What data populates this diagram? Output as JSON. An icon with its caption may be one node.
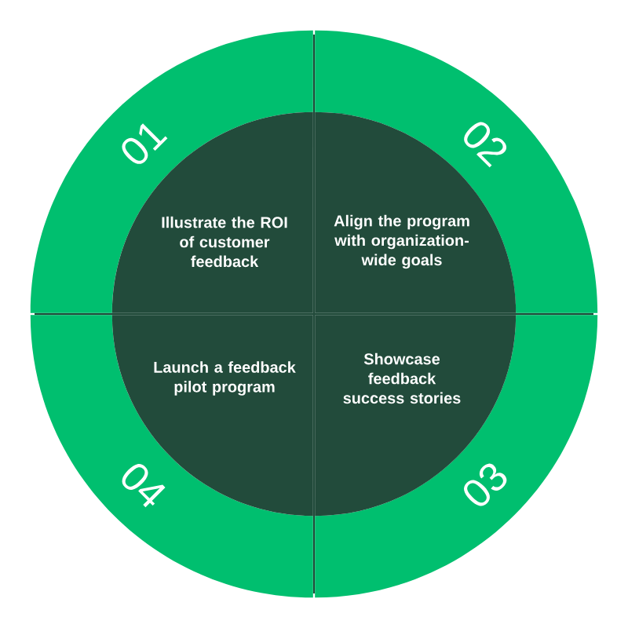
{
  "diagram": {
    "nodes": [
      {
        "text": [
          "01"
        ]
      },
      {
        "text": [
          "02"
        ]
      },
      {
        "text": [
          "03"
        ]
      },
      {
        "text": [
          "04"
        ]
      },
      {
        "text": [
          "Illustrate the ROI of customer feedback"
        ]
      },
      {
        "text": [
          "Align the program with organization-wide goals"
        ]
      },
      {
        "text": [
          "Showcase feedback success stories"
        ]
      },
      {
        "text": [
          "Launch a feedback pilot program"
        ]
      }
    ]
  }
}
